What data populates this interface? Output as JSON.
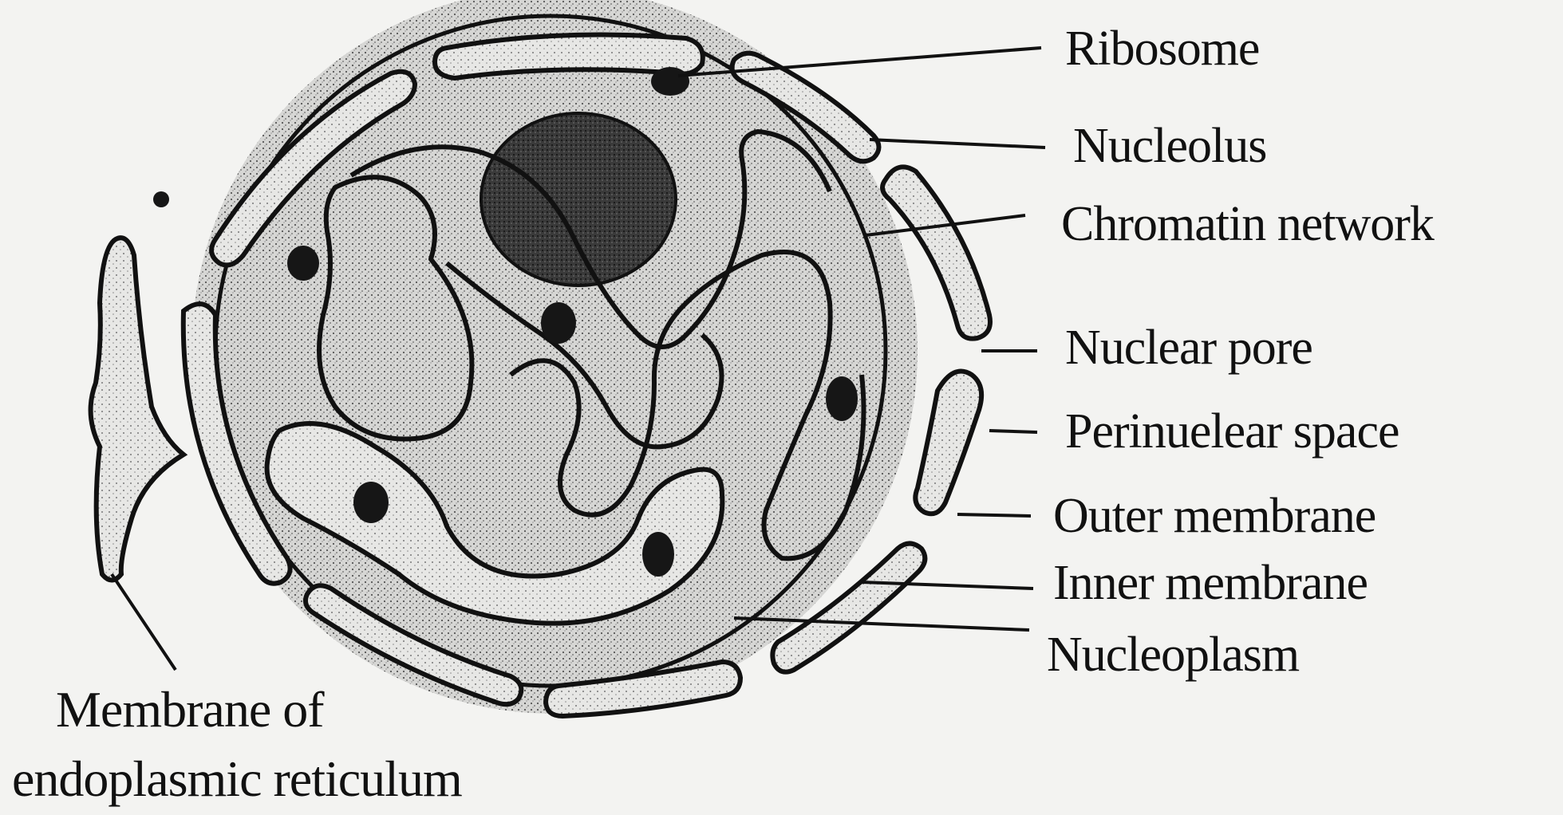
{
  "diagram": {
    "labels": {
      "ribosome": "Ribosome",
      "nucleolus": "Nucleolus",
      "chromatin_network": "Chromatin network",
      "nuclear_pore": "Nuclear pore",
      "perinuclear_space": "Perinuelear space",
      "outer_membrane": "Outer membrane",
      "inner_membrane": "Inner membrane",
      "nucleoplasm": "Nucleoplasm",
      "er_membrane_line1": "Membrane of",
      "er_membrane_line2": "endoplasmic reticulum"
    },
    "colors": {
      "background": "#f3f3f1",
      "ink": "#111111",
      "nucleoplasm_stipple": "#bdbdbd",
      "nucleolus": "#2a2a2a"
    }
  }
}
